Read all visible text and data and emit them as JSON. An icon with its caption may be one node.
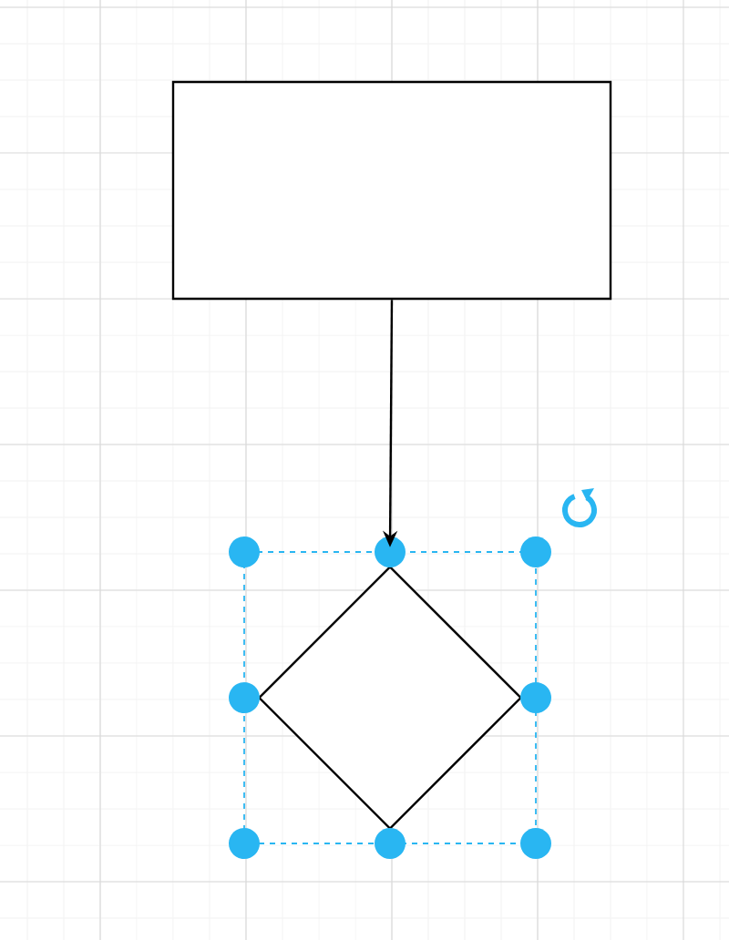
{
  "diagram": {
    "nodes": [
      {
        "text": [],
        "shape": "box"
      },
      {
        "text": [],
        "shape": "diamond"
      }
    ],
    "edges": [
      {
        "from": 0,
        "to": 1,
        "arrow": "to"
      }
    ]
  }
}
